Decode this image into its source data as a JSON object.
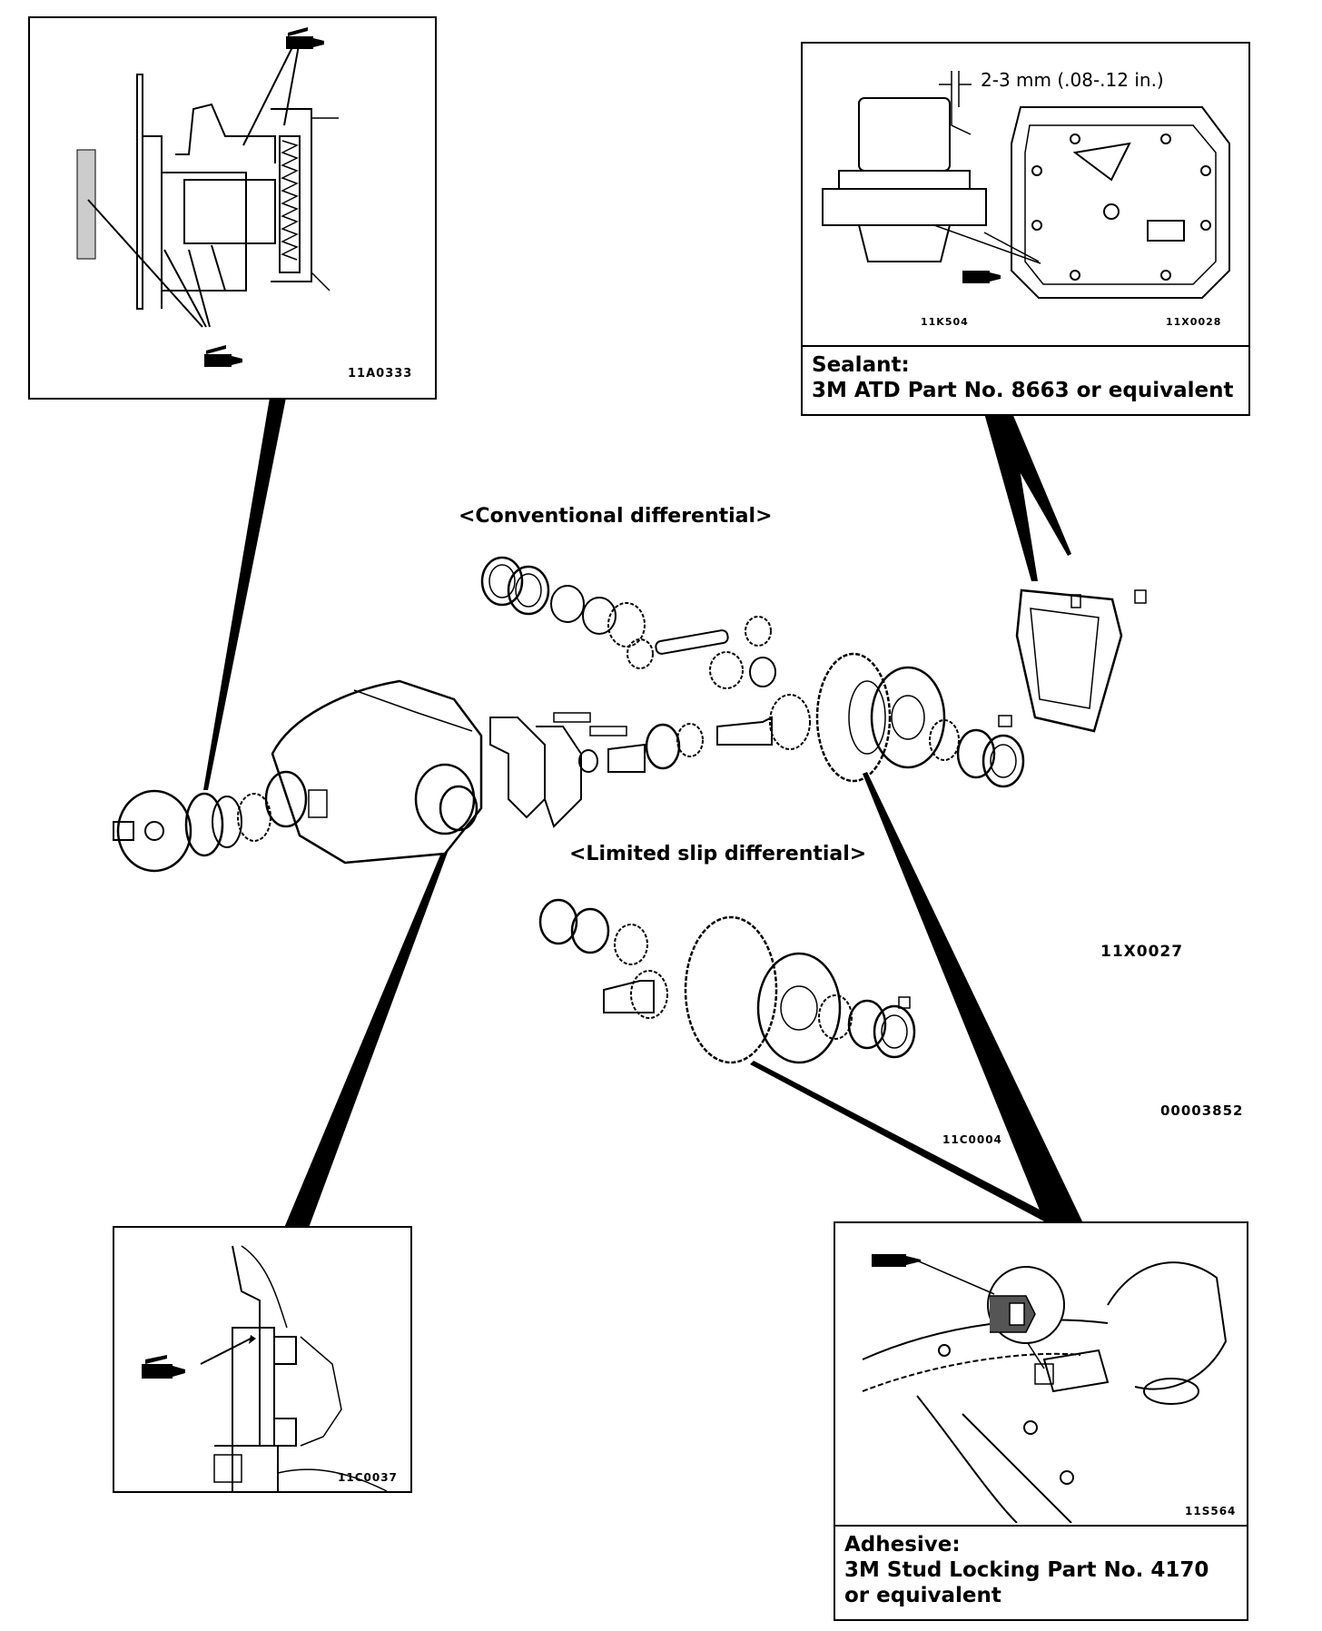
{
  "headings": {
    "conventional": "<Conventional differential>",
    "limited_slip": "<Limited slip differential>"
  },
  "codes": {
    "top_left": "11A0333",
    "top_right_left": "11K504",
    "top_right_right": "11X0028",
    "main_assembly": "11X0027",
    "document": "00003852",
    "limited_slip": "11C0004",
    "bottom_left": "11C0037",
    "bottom_right": "11S564"
  },
  "sealant_note": {
    "label": "Sealant:",
    "text": "3M ATD Part No. 8663 or equivalent"
  },
  "adhesive_note": {
    "label": "Adhesive:",
    "line1": "3M Stud Locking Part No. 4170",
    "line2": "or equivalent"
  },
  "dimension": "2-3 mm (.08-.12 in.)",
  "icons": {
    "sealant_tube": "sealant-tube-icon"
  }
}
